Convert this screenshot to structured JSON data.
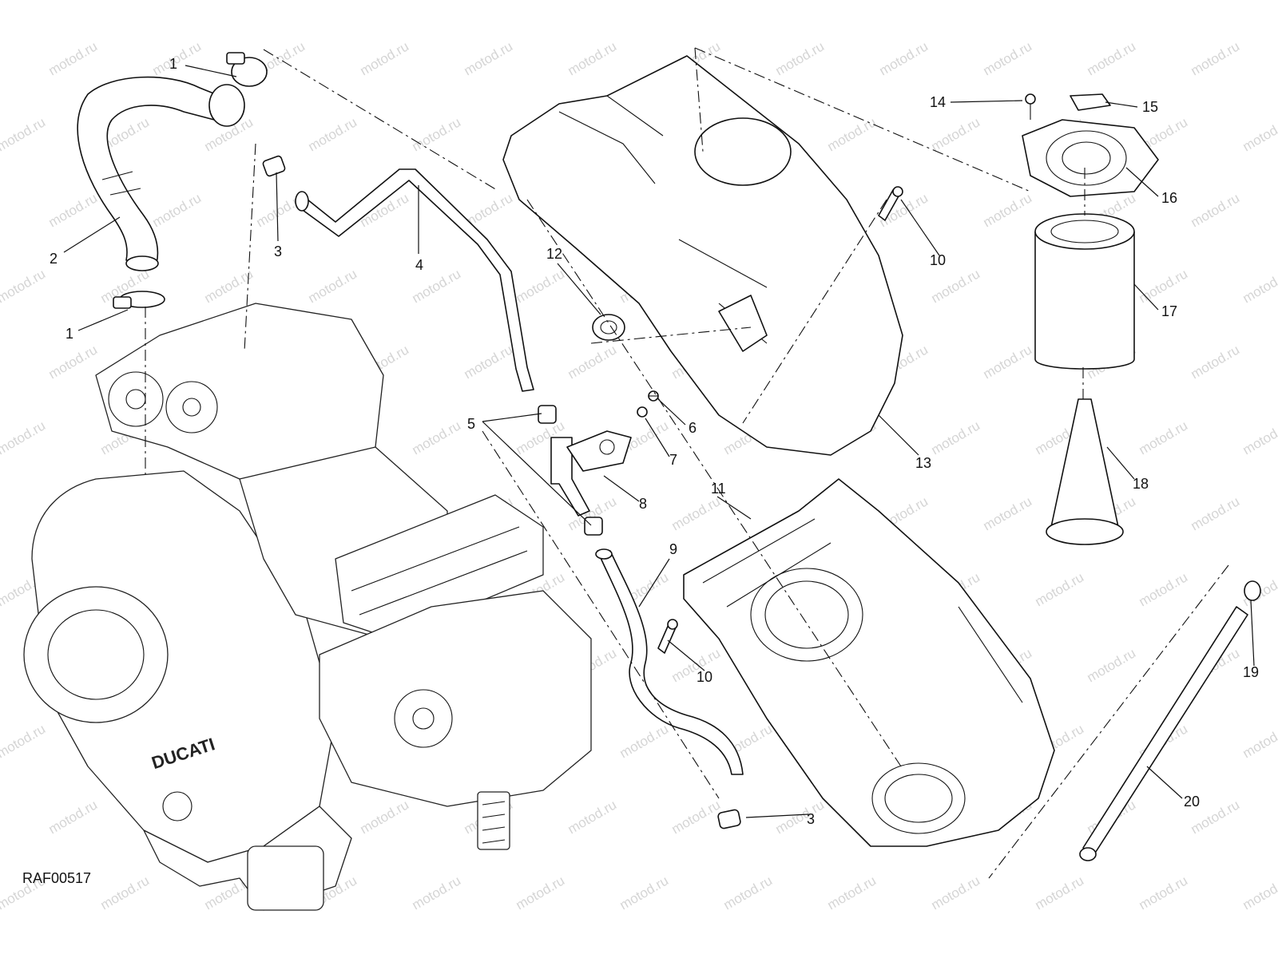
{
  "diagram": {
    "reference_code": "RAF00517",
    "watermark_text": "motod.ru",
    "engine_brand_text": "DUCATI",
    "callouts": [
      {
        "id": "c1a",
        "label": "1"
      },
      {
        "id": "c1b",
        "label": "1"
      },
      {
        "id": "c2",
        "label": "2"
      },
      {
        "id": "c3a",
        "label": "3"
      },
      {
        "id": "c3b",
        "label": "3"
      },
      {
        "id": "c4",
        "label": "4"
      },
      {
        "id": "c5",
        "label": "5"
      },
      {
        "id": "c6",
        "label": "6"
      },
      {
        "id": "c7",
        "label": "7"
      },
      {
        "id": "c8",
        "label": "8"
      },
      {
        "id": "c9",
        "label": "9"
      },
      {
        "id": "c10a",
        "label": "10"
      },
      {
        "id": "c10b",
        "label": "10"
      },
      {
        "id": "c11",
        "label": "11"
      },
      {
        "id": "c12",
        "label": "12"
      },
      {
        "id": "c13",
        "label": "13"
      },
      {
        "id": "c14",
        "label": "14"
      },
      {
        "id": "c15",
        "label": "15"
      },
      {
        "id": "c16",
        "label": "16"
      },
      {
        "id": "c17",
        "label": "17"
      },
      {
        "id": "c18",
        "label": "18"
      },
      {
        "id": "c19",
        "label": "19"
      },
      {
        "id": "c20",
        "label": "20"
      }
    ]
  }
}
